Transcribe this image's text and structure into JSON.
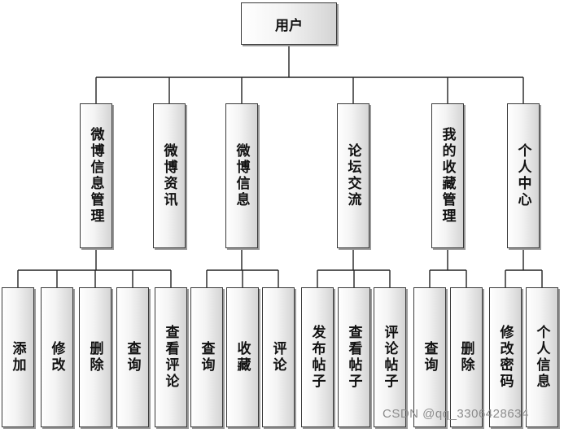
{
  "root": {
    "label": "用户"
  },
  "modules": [
    {
      "label": "微博信息管理",
      "children": [
        "添加",
        "修改",
        "删除",
        "查询",
        "查看评论"
      ]
    },
    {
      "label": "微博资讯",
      "children": []
    },
    {
      "label": "微博信息",
      "children": [
        "查询",
        "收藏",
        "评论"
      ]
    },
    {
      "label": "论坛交流",
      "children": [
        "发布帖子",
        "查看帖子",
        "评论帖子"
      ]
    },
    {
      "label": "我的收藏管理",
      "children": [
        "查询",
        "删除"
      ]
    },
    {
      "label": "个人中心",
      "children": [
        "修改密码",
        "个人信息"
      ]
    }
  ],
  "watermark": "CSDN @qq_3306428634"
}
